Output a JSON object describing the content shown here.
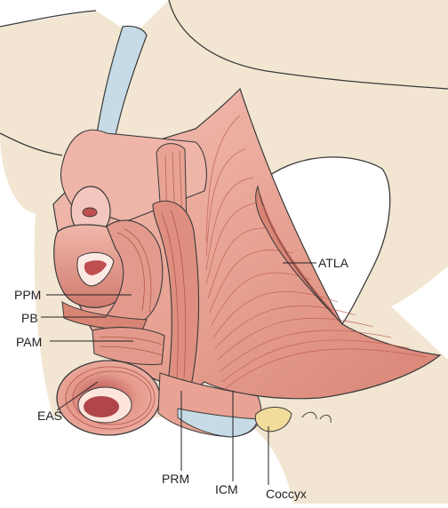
{
  "figure": {
    "labels": {
      "ppm": "PPM",
      "pb": "PB",
      "pam": "PAM",
      "eas": "EAS",
      "atla": "ATLA",
      "prm": "PRM",
      "icm": "ICM",
      "coccyx": "Coccyx"
    },
    "colors": {
      "pelvis": "#f2e6d2",
      "pelvis_outline": "#3a3a3a",
      "muscle": "#e8a394",
      "muscle_dark": "#c9685c",
      "muscle_light": "#f3c7bd",
      "striation": "#c05f55",
      "ligament": "#c6dbe6",
      "coccyx": "#f1dc9c"
    }
  }
}
